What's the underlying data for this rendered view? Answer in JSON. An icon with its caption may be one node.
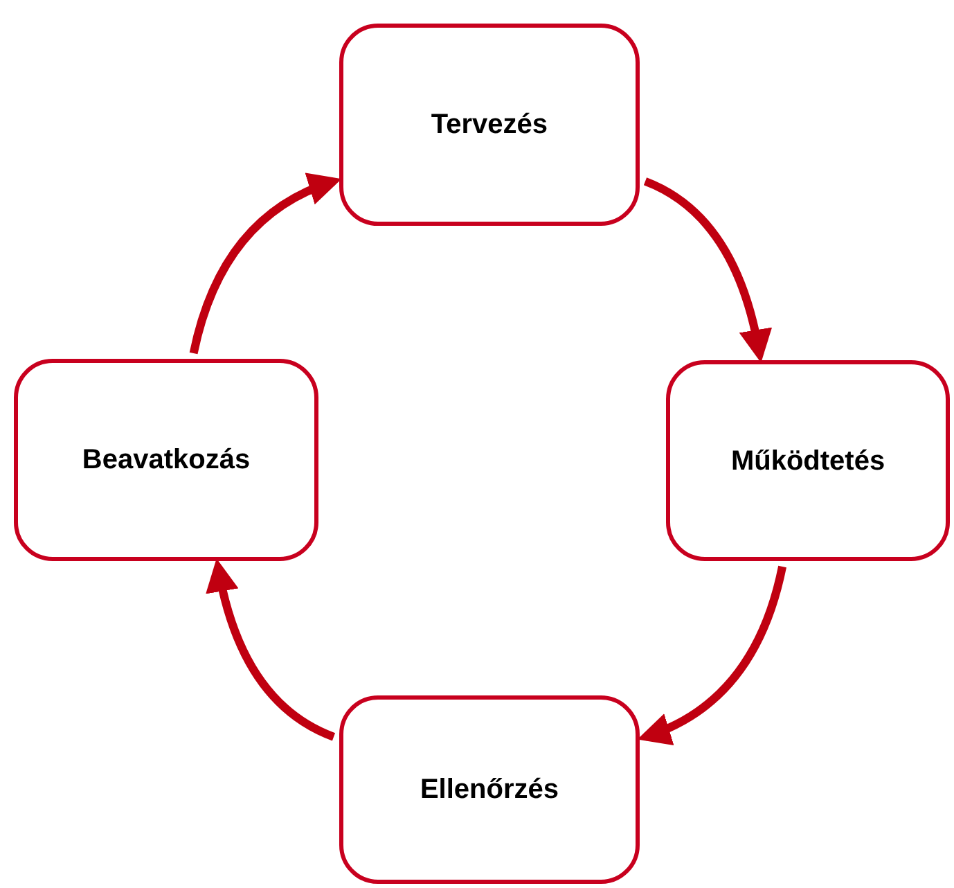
{
  "diagram": {
    "nodes": [
      {
        "text": [
          "Tervezés"
        ]
      },
      {
        "text": [
          "Működtetés"
        ]
      },
      {
        "text": [
          "Ellenőrzés"
        ]
      },
      {
        "text": [
          "Beavatkozás"
        ]
      }
    ],
    "edges": [
      {
        "from": 0,
        "to": 1,
        "arrow": "to"
      },
      {
        "from": 1,
        "to": 2,
        "arrow": "to"
      },
      {
        "from": 2,
        "to": 3,
        "arrow": "to"
      },
      {
        "from": 3,
        "to": 0,
        "arrow": "to"
      }
    ]
  }
}
